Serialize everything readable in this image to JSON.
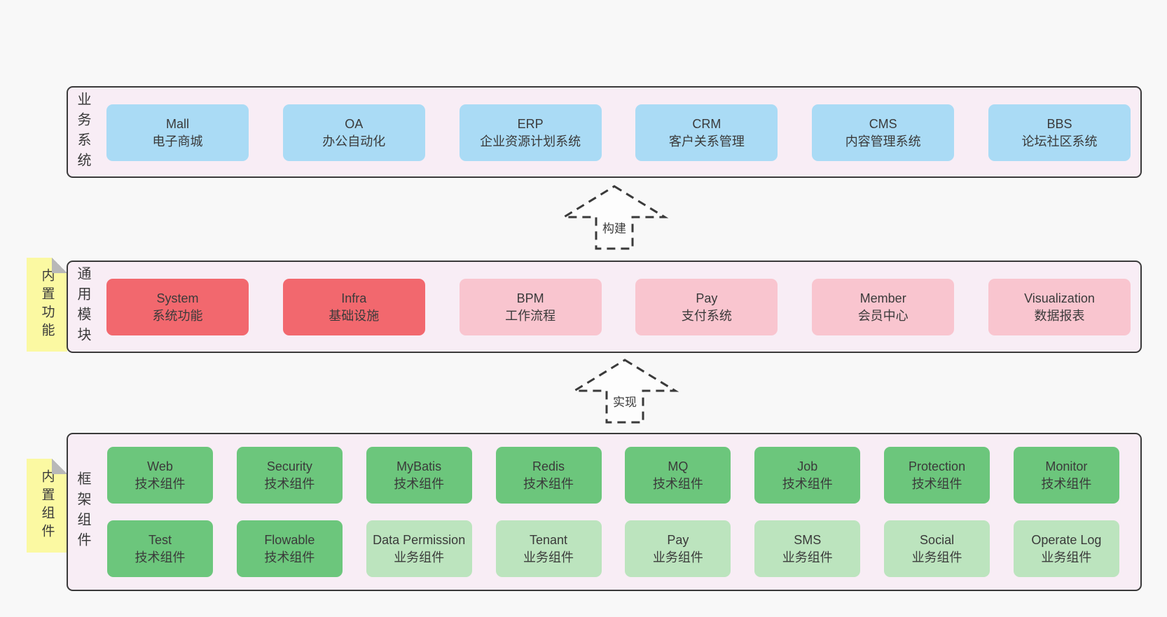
{
  "colors": {
    "page_bg": "#f8f8f8",
    "band_bg": "#f8edf5",
    "band_border": "#3a3a3a",
    "blue_box": "#aadbf5",
    "red_box": "#f2686e",
    "pink_box": "#f9c5cf",
    "green_box": "#6cc67c",
    "light_green_box": "#bce4be",
    "sticky_note": "#fbf9a2",
    "sticky_fold": "#b8b8b8",
    "text": "#3a3a3a"
  },
  "bands": [
    {
      "label": "业务系统",
      "boxes": [
        {
          "en": "Mall",
          "zh": "电子商城"
        },
        {
          "en": "OA",
          "zh": "办公自动化"
        },
        {
          "en": "ERP",
          "zh": "企业资源计划系统"
        },
        {
          "en": "CRM",
          "zh": "客户关系管理"
        },
        {
          "en": "CMS",
          "zh": "内容管理系统"
        },
        {
          "en": "BBS",
          "zh": "论坛社区系统"
        }
      ]
    },
    {
      "label": "通用模块",
      "sticky": "内置功能",
      "boxes": [
        {
          "en": "System",
          "zh": "系统功能"
        },
        {
          "en": "Infra",
          "zh": "基础设施"
        },
        {
          "en": "BPM",
          "zh": "工作流程"
        },
        {
          "en": "Pay",
          "zh": "支付系统"
        },
        {
          "en": "Member",
          "zh": "会员中心"
        },
        {
          "en": "Visualization",
          "zh": "数据报表"
        }
      ]
    },
    {
      "label": "框架组件",
      "sticky": "内置组件",
      "row1": [
        {
          "en": "Web",
          "zh": "技术组件"
        },
        {
          "en": "Security",
          "zh": "技术组件"
        },
        {
          "en": "MyBatis",
          "zh": "技术组件"
        },
        {
          "en": "Redis",
          "zh": "技术组件"
        },
        {
          "en": "MQ",
          "zh": "技术组件"
        },
        {
          "en": "Job",
          "zh": "技术组件"
        },
        {
          "en": "Protection",
          "zh": "技术组件"
        },
        {
          "en": "Monitor",
          "zh": "技术组件"
        }
      ],
      "row2": [
        {
          "en": "Test",
          "zh": "技术组件"
        },
        {
          "en": "Flowable",
          "zh": "技术组件"
        },
        {
          "en": "Data Permission",
          "zh": "业务组件"
        },
        {
          "en": "Tenant",
          "zh": "业务组件"
        },
        {
          "en": "Pay",
          "zh": "业务组件"
        },
        {
          "en": "SMS",
          "zh": "业务组件"
        },
        {
          "en": "Social",
          "zh": "业务组件"
        },
        {
          "en": "Operate Log",
          "zh": "业务组件"
        }
      ]
    }
  ],
  "arrows": [
    {
      "label": "构建"
    },
    {
      "label": "实现"
    }
  ]
}
